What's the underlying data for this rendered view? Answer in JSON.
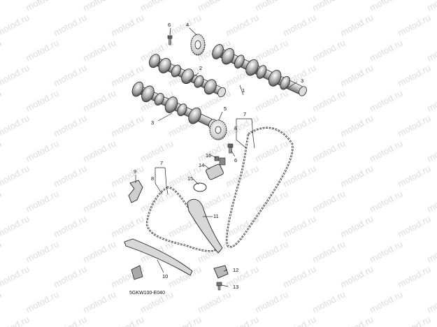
{
  "watermark": {
    "text": "motod.ru",
    "color": "#dcdcdc"
  },
  "diagram_code": "5GKW100-E040",
  "callouts": [
    {
      "id": "c1",
      "label": "1"
    },
    {
      "id": "c2",
      "label": "2"
    },
    {
      "id": "c3a",
      "label": "3"
    },
    {
      "id": "c3b",
      "label": "3"
    },
    {
      "id": "c4",
      "label": "4"
    },
    {
      "id": "c5",
      "label": "5"
    },
    {
      "id": "c6a",
      "label": "6"
    },
    {
      "id": "c6b",
      "label": "6"
    },
    {
      "id": "c7a",
      "label": "7"
    },
    {
      "id": "c8a",
      "label": "8"
    },
    {
      "id": "c7b",
      "label": "7"
    },
    {
      "id": "c8b",
      "label": "8"
    },
    {
      "id": "c9",
      "label": "9"
    },
    {
      "id": "c10",
      "label": "10"
    },
    {
      "id": "c11",
      "label": "11"
    },
    {
      "id": "c12",
      "label": "12"
    },
    {
      "id": "c13",
      "label": "13"
    },
    {
      "id": "c14",
      "label": "14"
    },
    {
      "id": "c15",
      "label": "15"
    },
    {
      "id": "c16",
      "label": "16"
    }
  ]
}
